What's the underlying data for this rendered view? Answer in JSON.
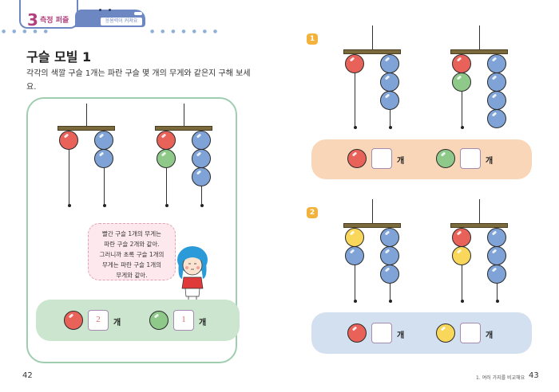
{
  "header": {
    "chapter_number": "3",
    "chapter_name": "측정 퍼즐",
    "tag_label": "응용력이 커져요"
  },
  "left_page": {
    "title": "구슬 모빌 1",
    "instructions": "각각의 색깔 구슬 1개는 파란 구슬 몇 개의 무게와 같은지 구해 보세요.",
    "example_mobiles": [
      {
        "left": [
          "red"
        ],
        "right": [
          "blue",
          "blue"
        ]
      },
      {
        "left": [
          "red",
          "green"
        ],
        "right": [
          "blue",
          "blue",
          "blue"
        ]
      }
    ],
    "speech_bubble": [
      "빨간 구슬 1개의 무게는",
      "파란 구슬 2개와 같아.",
      "그러니까 초록 구슬 1개의",
      "무게는 파란 구슬 1개의",
      "무게와 같아."
    ],
    "answer": [
      {
        "ball": "red",
        "value": "2",
        "unit": "개"
      },
      {
        "ball": "green",
        "value": "1",
        "unit": "개"
      }
    ],
    "page_number": "42"
  },
  "right_page": {
    "problems": [
      {
        "badge": "1",
        "mobiles": [
          {
            "left": [
              "red"
            ],
            "right": [
              "blue",
              "blue",
              "blue"
            ]
          },
          {
            "left": [
              "red",
              "green"
            ],
            "right": [
              "blue",
              "blue",
              "blue",
              "blue"
            ]
          }
        ],
        "answer": [
          {
            "ball": "red",
            "value": "",
            "unit": "개"
          },
          {
            "ball": "green",
            "value": "",
            "unit": "개"
          }
        ]
      },
      {
        "badge": "2",
        "mobiles": [
          {
            "left": [
              "yellow",
              "blue"
            ],
            "right": [
              "blue",
              "blue",
              "blue"
            ]
          },
          {
            "left": [
              "red",
              "yellow"
            ],
            "right": [
              "blue",
              "blue",
              "blue"
            ]
          }
        ],
        "answer": [
          {
            "ball": "red",
            "value": "",
            "unit": "개"
          },
          {
            "ball": "yellow",
            "value": "",
            "unit": "개"
          }
        ]
      }
    ],
    "footer_section": "1. 여러 가지를 비교해요",
    "page_number": "43"
  },
  "colors": {
    "red": "#e8625a",
    "blue": "#7fa3d6",
    "green": "#8fc98a",
    "yellow": "#f8d75a",
    "chapter_accent": "#b3407e",
    "header_blue": "#6d87c2"
  }
}
